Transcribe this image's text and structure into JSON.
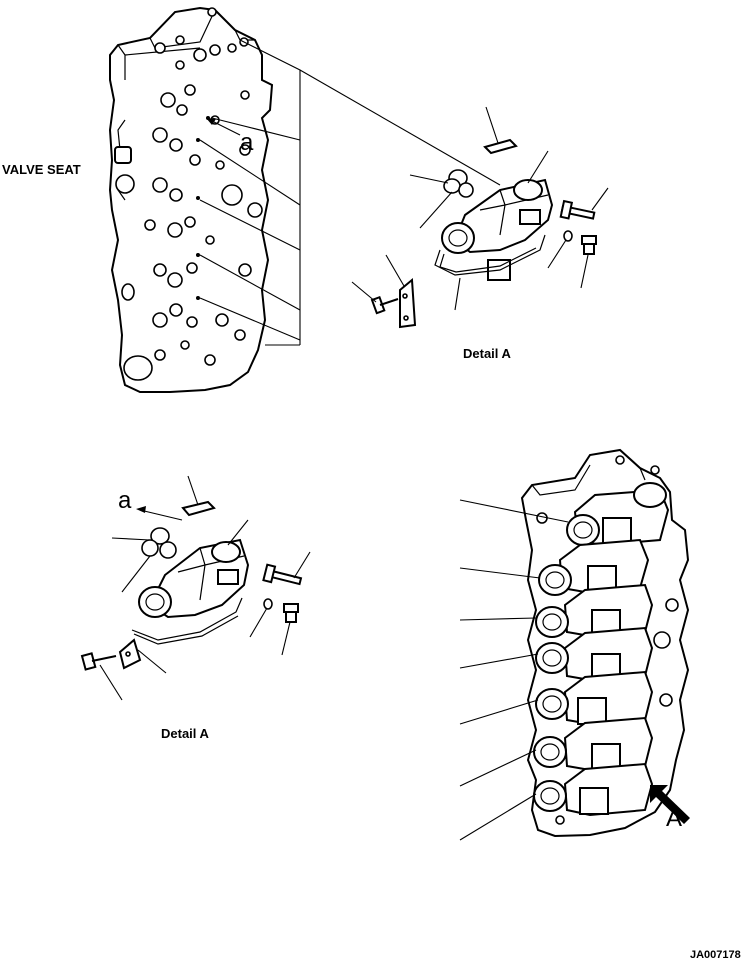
{
  "labels": {
    "valve_seat": "VALVE SEAT",
    "detail_a_upper": "Detail A",
    "detail_a_lower": "Detail A",
    "mark_a_upper": "a",
    "mark_a_lower": "a",
    "view_a": "A",
    "drawing_code": "JA007178"
  },
  "icons": {
    "view_arrow": "arrow-icon"
  }
}
